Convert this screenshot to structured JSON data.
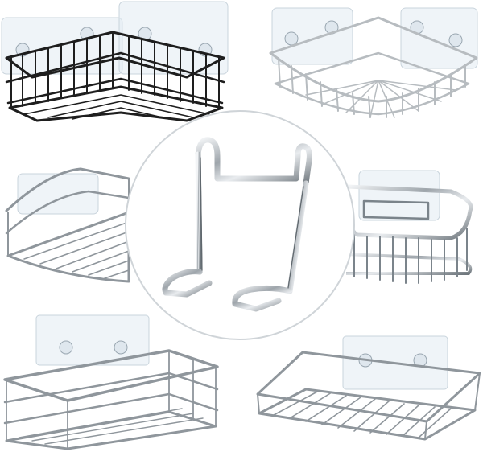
{
  "image": {
    "background": "#ffffff",
    "products": [
      {
        "name": "black-corner-shower-caddy",
        "color": "#1e1e1e"
      },
      {
        "name": "white-corner-shower-caddy",
        "color": "#b7bcc0"
      },
      {
        "name": "silver-corner-basket",
        "color": "#8f969c"
      },
      {
        "name": "chrome-soap-basket",
        "color": "#7b848b"
      },
      {
        "name": "silver-rectangular-basket",
        "color": "#8f969c"
      },
      {
        "name": "silver-flat-shelf",
        "color": "#8f969c"
      },
      {
        "name": "wire-hanger-hook-detail",
        "color": "#9ea5ab"
      }
    ],
    "detail_circle_color": "#cfd4d8"
  }
}
